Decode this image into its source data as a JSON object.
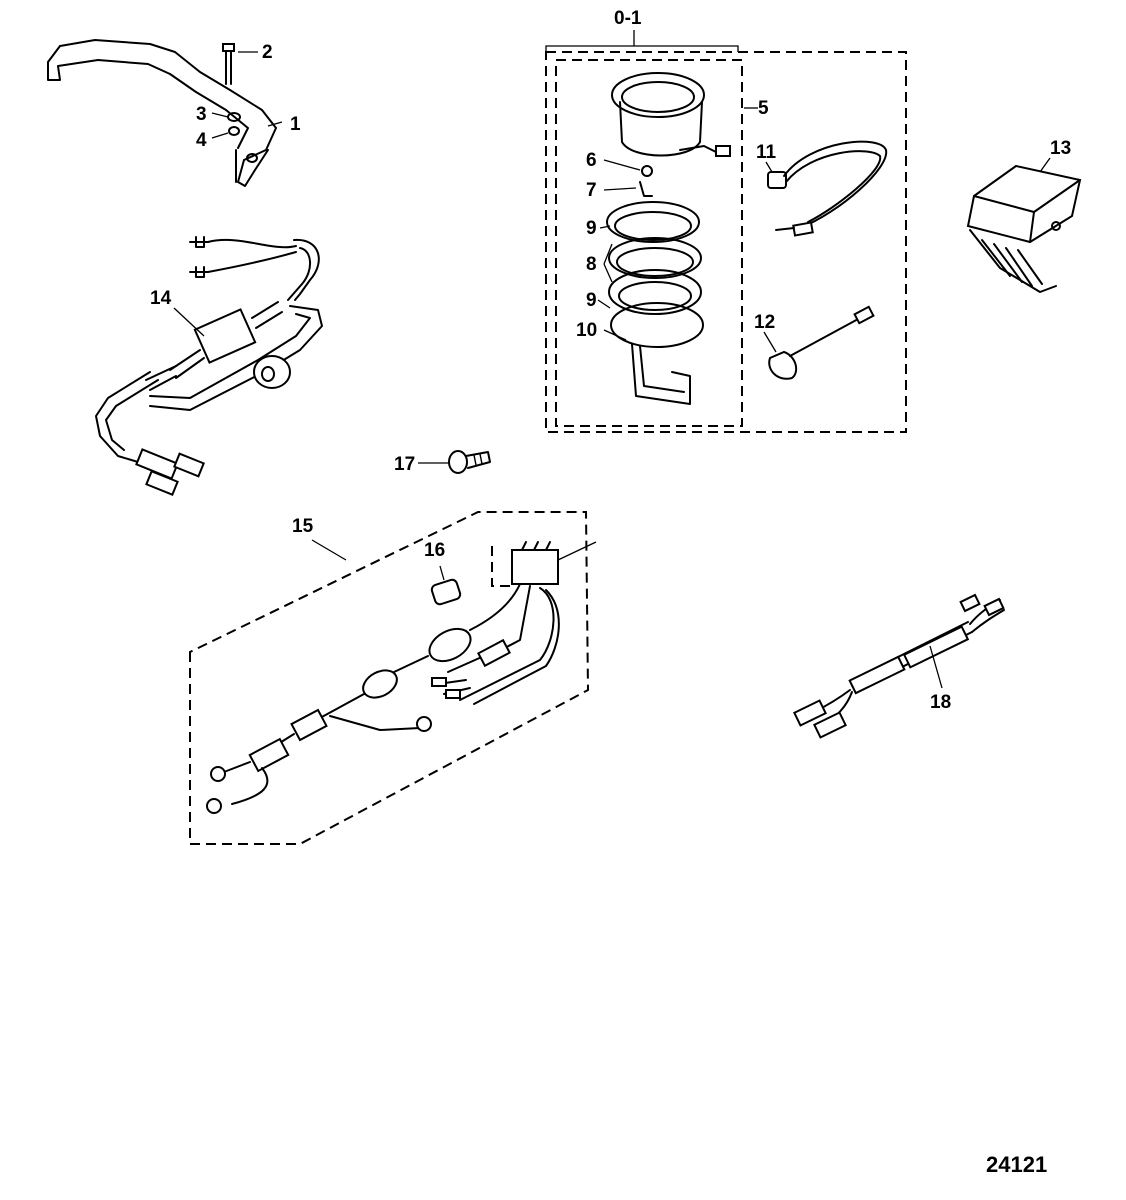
{
  "diagram": {
    "callouts": {
      "c1": "1",
      "c2": "2",
      "c3": "3",
      "c4": "4",
      "c5": "5",
      "c6": "6",
      "c7": "7",
      "c8": "8",
      "c9a": "9",
      "c9b": "9",
      "c10": "10",
      "c11": "11",
      "c12": "12",
      "c13": "13",
      "c14": "14",
      "c15": "15",
      "c16": "16",
      "c17": "17",
      "c18": "18",
      "c01": "0-1"
    },
    "reference_number": "24121"
  }
}
